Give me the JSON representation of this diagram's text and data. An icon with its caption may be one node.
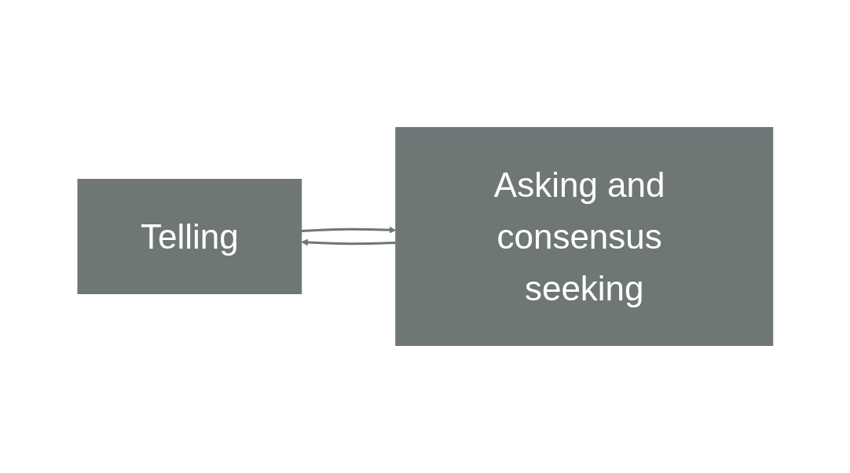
{
  "diagram": {
    "nodes": [
      {
        "text": [
          "Telling"
        ]
      },
      {
        "text": [
          "Asking and consensus seeking"
        ]
      }
    ],
    "edges": [
      {
        "from": 0,
        "to": 1,
        "arrow": "to"
      },
      {
        "from": 1,
        "to": 0,
        "arrow": "to"
      }
    ]
  }
}
